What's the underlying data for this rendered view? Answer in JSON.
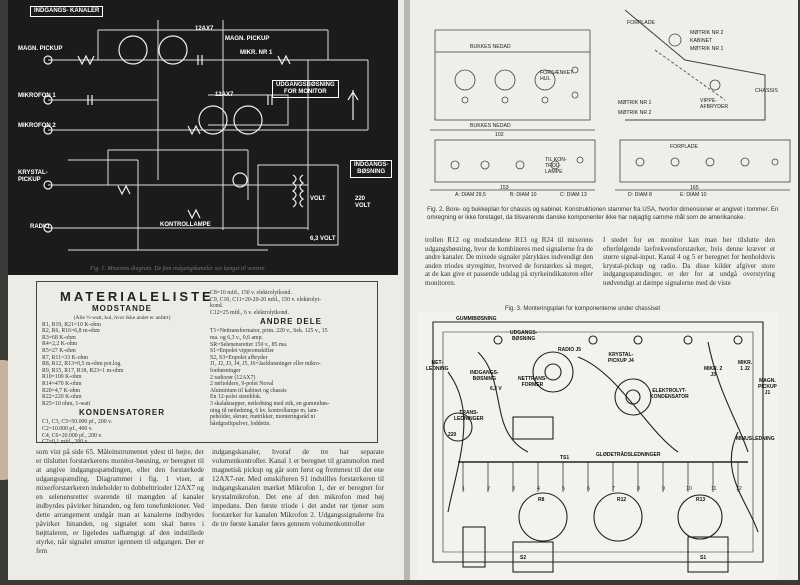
{
  "left_page": {
    "schematic": {
      "labels": {
        "indgangs_kanaler": "INDGANGS-\nKANALER",
        "magn_pickup": "MAGN. PICKUP",
        "mikrofon1": "MIKROFON 1",
        "mikrofon2": "MIKROFON 2",
        "krystal_pickup": "KRYSTAL-\nPICKUP",
        "radio": "RADIO",
        "tube1": "12AX7",
        "tube2": "12AX7",
        "magn_pickup_top": "MAGN. PICKUP",
        "mikr_nr1": "MIKR. NR 1",
        "udgangsbosning": "UDGANGSBØSNING\nFOR MONITOR",
        "indgangsbosning": "INDGANGS-\nBØSNING",
        "kontrollampe": "KONTROLLAMPE",
        "volt_220": "220\nVOLT",
        "volt_63": "6,3 VOLT",
        "volt": "VOLT"
      },
      "caption": "Fig. 1. Mixerens diagram. De fem indgangskanaler ses længst til venstre."
    },
    "materialeliste": {
      "title": "MATERIALELISTE",
      "modstande_head": "MODSTANDE",
      "modstande_note": "(Alle ½-watt, kul, hvor ikke andet er anført)",
      "modstande": [
        "R1, R19, R21=10 K-ohm",
        "R2, R6, R16=6,8 m-ohm",
        "R3=68 K-ohm",
        "R4=2,2 K-ohm",
        "R5=27 K-ohm",
        "R7, R11=33 K-ohm",
        "R8, R12, R13=0,5 m-ohm pot.log.",
        "R9, R15, R17, R18, R23=1 m-ohm",
        "R10=100 K-ohm",
        "R14=470 K-ohm",
        "R20=4,7 K-ohm",
        "R22=220 K-ohm",
        "R25=10 ohm, 1-watt"
      ],
      "kondensatorer_head": "KONDENSATORER",
      "kondensatorer": [
        "C1, C3, C5=50.000 pf., 200 v.",
        "C2=10.000 pf., 400 v.",
        "C4, C6=20.000 pf., 200 v.",
        "C7=0,1 mfd., 200 v."
      ],
      "col2_top": [
        "C8=10 mfd., 150 v. elektrolytkond.",
        "C9, C10, C11=20-20-20 mfd., 150 v. elektrolyt-",
        "kond.",
        "C12=25 mfd., 6 v. elektrolytkond."
      ],
      "andre_dele_head": "ANDRE DELE",
      "andre_dele": [
        "T1=Nettransformator, prim. 220 v., Sek. 125 v., 15",
        "ma. og 6,3 v., 0,6 amp.",
        "SR=Selenensretter 150 v., 85 ma.",
        "S1=Enpolet vippeomskifter",
        "S2, S3=Enpolet afbryder",
        "J1, J2, J3, J4, J5, J6=Jackbøsninger eller mikro-",
        "fonbøsninger",
        "2 radiorør (12AX7)",
        "2 rørholdere, 9-polet Noval",
        "Aluminium til kabinet og chassis",
        "En 12-polet stemblok.",
        "3 skalaknapper, netledning med stik, en gummibøs-",
        "ning til netledning, 6 kv. kontrollampe m. lam-",
        "peholder, skruer, møtrikker, monteringsråd ni",
        "hårdgrafitpulver, loddetin."
      ]
    },
    "body_col1": "som vist på side 65. Måleinstrumentet ydest til højre, der er tilsluttet forstærkerens monitor-bøsning, er beregnet til at angive indgangsspændingen, eller den forstærkede udgangsspænding. Diagrammet i fig. 1 viser, at mixerforstærkeren indeholder to dobbelttrioder 12AX7 og en selenensretter svarende til mængden af kanaler indbyrdes påvirker hinanden, og fem tonefunktioner. Ved dette arrangement undgår man at kanalerne indbyrdes påvirker hinanden, og signalet som skal høres i højttaleren, er ligeledes uafhængigt af den indstillede styrke, når signalet smutter igennem til udgangen. Der er fem",
    "body_col2": "indgangskanaler, hvoraf de tre har separate volumenkontroller. Kanal 1 er beregnet til grammofon med magnetisk pickup og går som først og fremmest til det ene 12AX7-rør. Med omskifteren S1 indstilles forstærkeren til indgangskanalen mærket Mikrofon 1, der er beregnet for krystalmikrofon. Det ene af den mikrofon med høj impedans. Den første triode i det andet rør tjener som forstærker for kanalen Mikrofon 2. Udgangssignalerne fra de tre første kanaler føres gennem volumenkontroller"
  },
  "right_page": {
    "fig2": {
      "labels": {
        "forplade_top": "FORPLADE",
        "kabinet": "KABINET",
        "motrik_nr2": "MØTRIK NR 2",
        "motrik_nr1": "MØTRIK NR 1",
        "chassis": "CHASSIS",
        "vippeafbryder": "VIPPE-\nAFBRYDER",
        "forsaenket": "FORSÆNKET\nHUL",
        "bukkes_nedad_top": "BUKKES NEDAD",
        "bukkes_nedad_mid": "BUKKES NEDAD",
        "motrik_nr1_b": "MØTRIK NR 1",
        "motrik_nr2_b": "MØTRIK NR 2",
        "til_kontrollampe": "TIL KON-\nTROL-\nLAMPE",
        "forplade_bottom": "FORPLADE",
        "diam_a": "A: DIAM 29,5",
        "diam_b": "B: DIAM 10",
        "diam_c": "C: DIAM 13",
        "diam_d": "D: DIAM 8",
        "diam_e": "E: DIAM 10",
        "dim_102": "102",
        "dim_153": "153",
        "dim_165": "165"
      },
      "caption": "Fig. 2. Bore- og bukkeplan for chassis og kabinet. Konstruktionen stammer fra USA, hvorfor dimensioner er angivet i tommer. En omregning er ikke foretaget, da tilsvarende danske komponenter ikke har nøjagtig samme mål som de amerikanske."
    },
    "col1_text": "trollen R12 og modstandene R13 og R24 til mixerens udgangsbøsning, hvor de kombineres med signalerne fra de andre kanaler. De mixede signaler påtrykkes indvendigt den anden triodes styregitter, hvorved de forstærkes så meget, at de kan give et passende udslag på styrkeindikatoren eller monitoren.",
    "col2_text": "I stedet for en monitor kan man her tilslutte den efterfølgende lavfrekvensforstærker, hvis denne kræver et større signal-input. Kanal 4 og 5 er beregnet for henholdsvis krystal-pickup og radio. Da disse kilder afgiver store indgangsspændinger, er der for at undgå overstyring nødvendigt at dæmpe signalerne med de viste",
    "fig3": {
      "caption": "Fig. 3. Monteringsplan for komponenterne under chassiset",
      "labels": {
        "gummibosning": "GUMMIBØSNING",
        "udgangsbosning": "UDGANGS-\nBØSNING",
        "radio": "RADIO J5",
        "krystal": "KRYSTAL-\nPICKUP J4",
        "mikr2": "MIKR. 2\nJ3",
        "mikr1": "MIKR.\n1 J2",
        "magn": "MAGN.\nPICKUP\nJ1",
        "netledning": "NET-\nLEDNING",
        "indgangsbosning": "INDGANGS-\nBØSNING",
        "nettransformer": "NETTRANS-\nFORMER",
        "elektrolyt": "ELEKTROLYT-\nKONDENSATOR",
        "glodetrad": "GLØDETRÅDSLEDNINGER",
        "transledninger": "TRANS-\nLEDNINGER",
        "minusledning": "MINUSLEDNING",
        "volt220": "220",
        "volt63": "6,3 V",
        "r8": "R8",
        "r12": "R12",
        "r13": "R13",
        "ts1": "TS1",
        "s1": "S1",
        "s2": "S2"
      },
      "terminals": [
        "1",
        "2",
        "3",
        "4",
        "5",
        "6",
        "7",
        "8",
        "9",
        "10",
        "11",
        "12"
      ]
    }
  }
}
